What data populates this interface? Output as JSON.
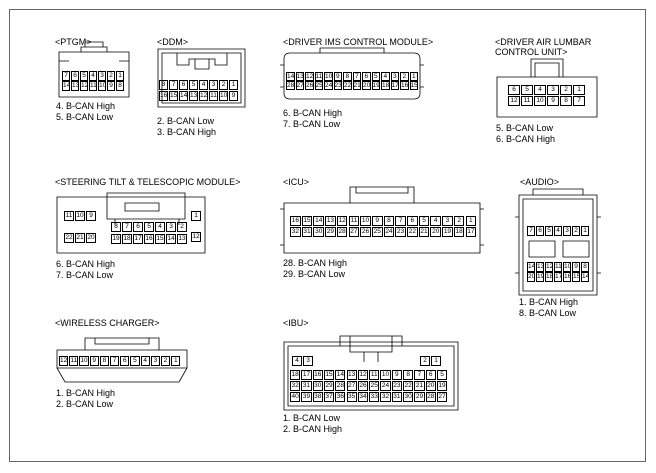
{
  "connectors": {
    "ptgm": {
      "title": "<PTGM>",
      "pins_top": [
        "7",
        "6",
        "5",
        "4",
        "3",
        "2",
        "1"
      ],
      "pins_bottom": [
        "14",
        "13",
        "12",
        "11",
        "10",
        "9",
        "8"
      ],
      "signals": [
        "4. B-CAN High",
        "5. B-CAN Low"
      ]
    },
    "ddm": {
      "title": "<DDM>",
      "pins_top": [
        "8",
        "7",
        "6",
        "5",
        "4",
        "3",
        "2",
        "1"
      ],
      "pins_bottom": [
        "16",
        "15",
        "14",
        "13",
        "12",
        "11",
        "10",
        "9"
      ],
      "signals": [
        "2. B-CAN Low",
        "3. B-CAN High"
      ]
    },
    "ims": {
      "title": "<DRIVER IMS CONTROL MODULE>",
      "pins_top": [
        "14",
        "13",
        "12",
        "11",
        "10",
        "9",
        "8",
        "7",
        "6",
        "5",
        "4",
        "3",
        "2",
        "1"
      ],
      "pins_bottom": [
        "28",
        "27",
        "26",
        "25",
        "24",
        "23",
        "22",
        "21",
        "20",
        "19",
        "18",
        "17",
        "16",
        "15"
      ],
      "signals": [
        "6. B-CAN High",
        "7. B-CAN Low"
      ]
    },
    "lumbar": {
      "title": "<DRIVER AIR LUMBAR\nCONTROL UNIT>",
      "pins_top": [
        "6",
        "5",
        "4",
        "3",
        "2",
        "1"
      ],
      "pins_bottom": [
        "12",
        "11",
        "10",
        "9",
        "8",
        "7"
      ],
      "signals": [
        "5. B-CAN Low",
        "6. B-CAN High"
      ]
    },
    "steering": {
      "title": "<STEERING TILT & TELESCOPIC MODULE>",
      "pins_left_top": [
        "11",
        "10",
        "9"
      ],
      "pins_left_bottom": [
        "22",
        "21",
        "20"
      ],
      "pins_mid_top": [
        "8",
        "7",
        "6",
        "5",
        "4",
        "3",
        "2"
      ],
      "pins_mid_bottom": [
        "19",
        "18",
        "17",
        "16",
        "15",
        "14",
        "13"
      ],
      "pin_right_top": "1",
      "pin_right_bottom": "12",
      "signals": [
        "6. B-CAN High",
        "7. B-CAN Low"
      ]
    },
    "icu": {
      "title": "<ICU>",
      "pins_top": [
        "16",
        "15",
        "14",
        "13",
        "12",
        "11",
        "10",
        "9",
        "8",
        "7",
        "6",
        "5",
        "4",
        "3",
        "2",
        "1"
      ],
      "pins_bottom": [
        "32",
        "31",
        "30",
        "29",
        "28",
        "27",
        "26",
        "25",
        "24",
        "23",
        "22",
        "21",
        "20",
        "19",
        "18",
        "17"
      ],
      "signals": [
        "28. B-CAN High",
        "29. B-CAN Low"
      ]
    },
    "audio": {
      "title": "<AUDIO>",
      "pins_top": [
        "7",
        "6",
        "5",
        "4",
        "3",
        "2",
        "1"
      ],
      "pins_mid": [
        "14",
        "13",
        "12",
        "11",
        "10",
        "9",
        "8"
      ],
      "pins_bottom": [
        "20",
        "19",
        "18",
        "17",
        "16",
        "15",
        "14"
      ],
      "signals": [
        "1. B-CAN High",
        "8. B-CAN Low"
      ]
    },
    "wireless": {
      "title": "<WIRELESS CHARGER>",
      "pins": [
        "12",
        "11",
        "10",
        "9",
        "8",
        "7",
        "6",
        "5",
        "4",
        "3",
        "2",
        "1"
      ],
      "signals": [
        "1. B-CAN High",
        "2. B-CAN Low"
      ]
    },
    "ibu": {
      "title": "<IBU>",
      "pins_upper_left": [
        "4",
        "3"
      ],
      "pins_upper_right": [
        "2",
        "1"
      ],
      "row1": [
        "18",
        "17",
        "16",
        "15",
        "14",
        "13",
        "12",
        "11",
        "10",
        "9",
        "8",
        "7",
        "6",
        "5"
      ],
      "row2": [
        "32",
        "31",
        "30",
        "29",
        "28",
        "27",
        "26",
        "25",
        "24",
        "23",
        "22",
        "21",
        "20",
        "19"
      ],
      "row3": [
        "40",
        "39",
        "38",
        "37",
        "36",
        "35",
        "34",
        "33",
        "32",
        "31",
        "30",
        "29",
        "28",
        "27"
      ],
      "signals": [
        "1. B-CAN Low",
        "2. B-CAN High"
      ]
    }
  }
}
